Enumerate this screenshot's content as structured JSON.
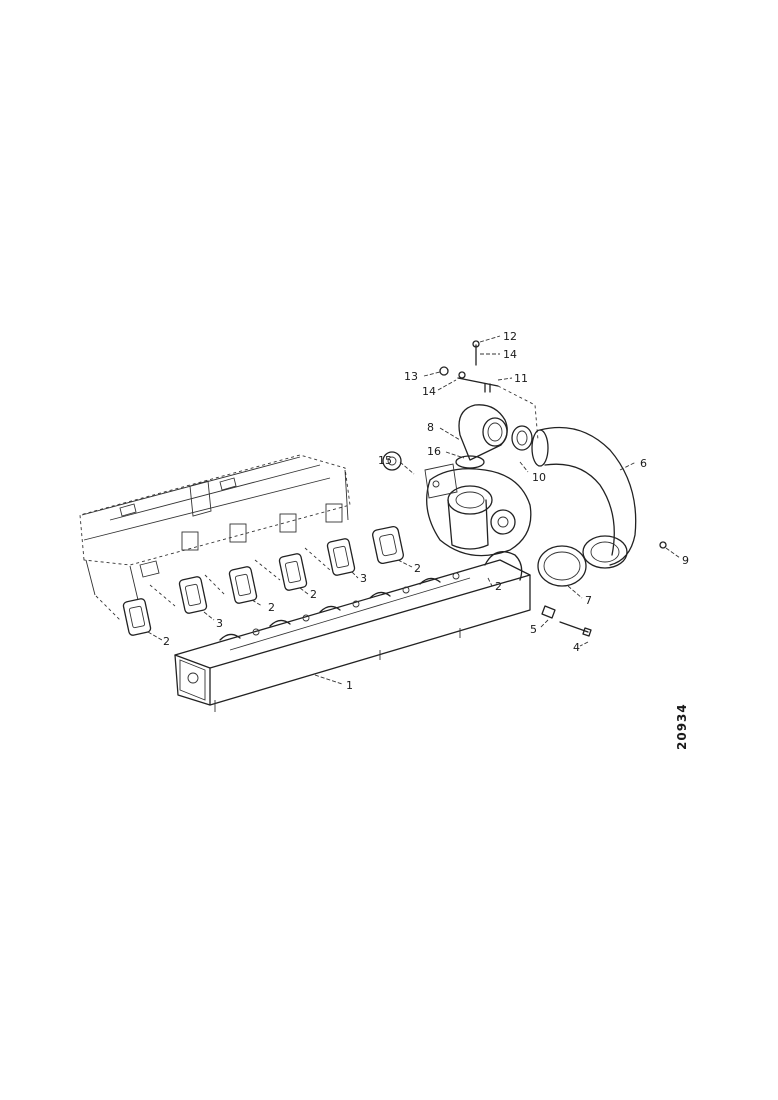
{
  "callouts": {
    "c1": "1",
    "c2a": "2",
    "c2b": "2",
    "c2c": "2",
    "c2d": "2",
    "c2e": "2",
    "c3a": "3",
    "c3b": "3",
    "c4": "4",
    "c5": "5",
    "c6": "6",
    "c7": "7",
    "c8": "8",
    "c9": "9",
    "c10": "10",
    "c11": "11",
    "c12": "12",
    "c13": "13",
    "c14a": "14",
    "c14b": "14",
    "c15": "15",
    "c16": "16"
  },
  "figure_number": "20934"
}
